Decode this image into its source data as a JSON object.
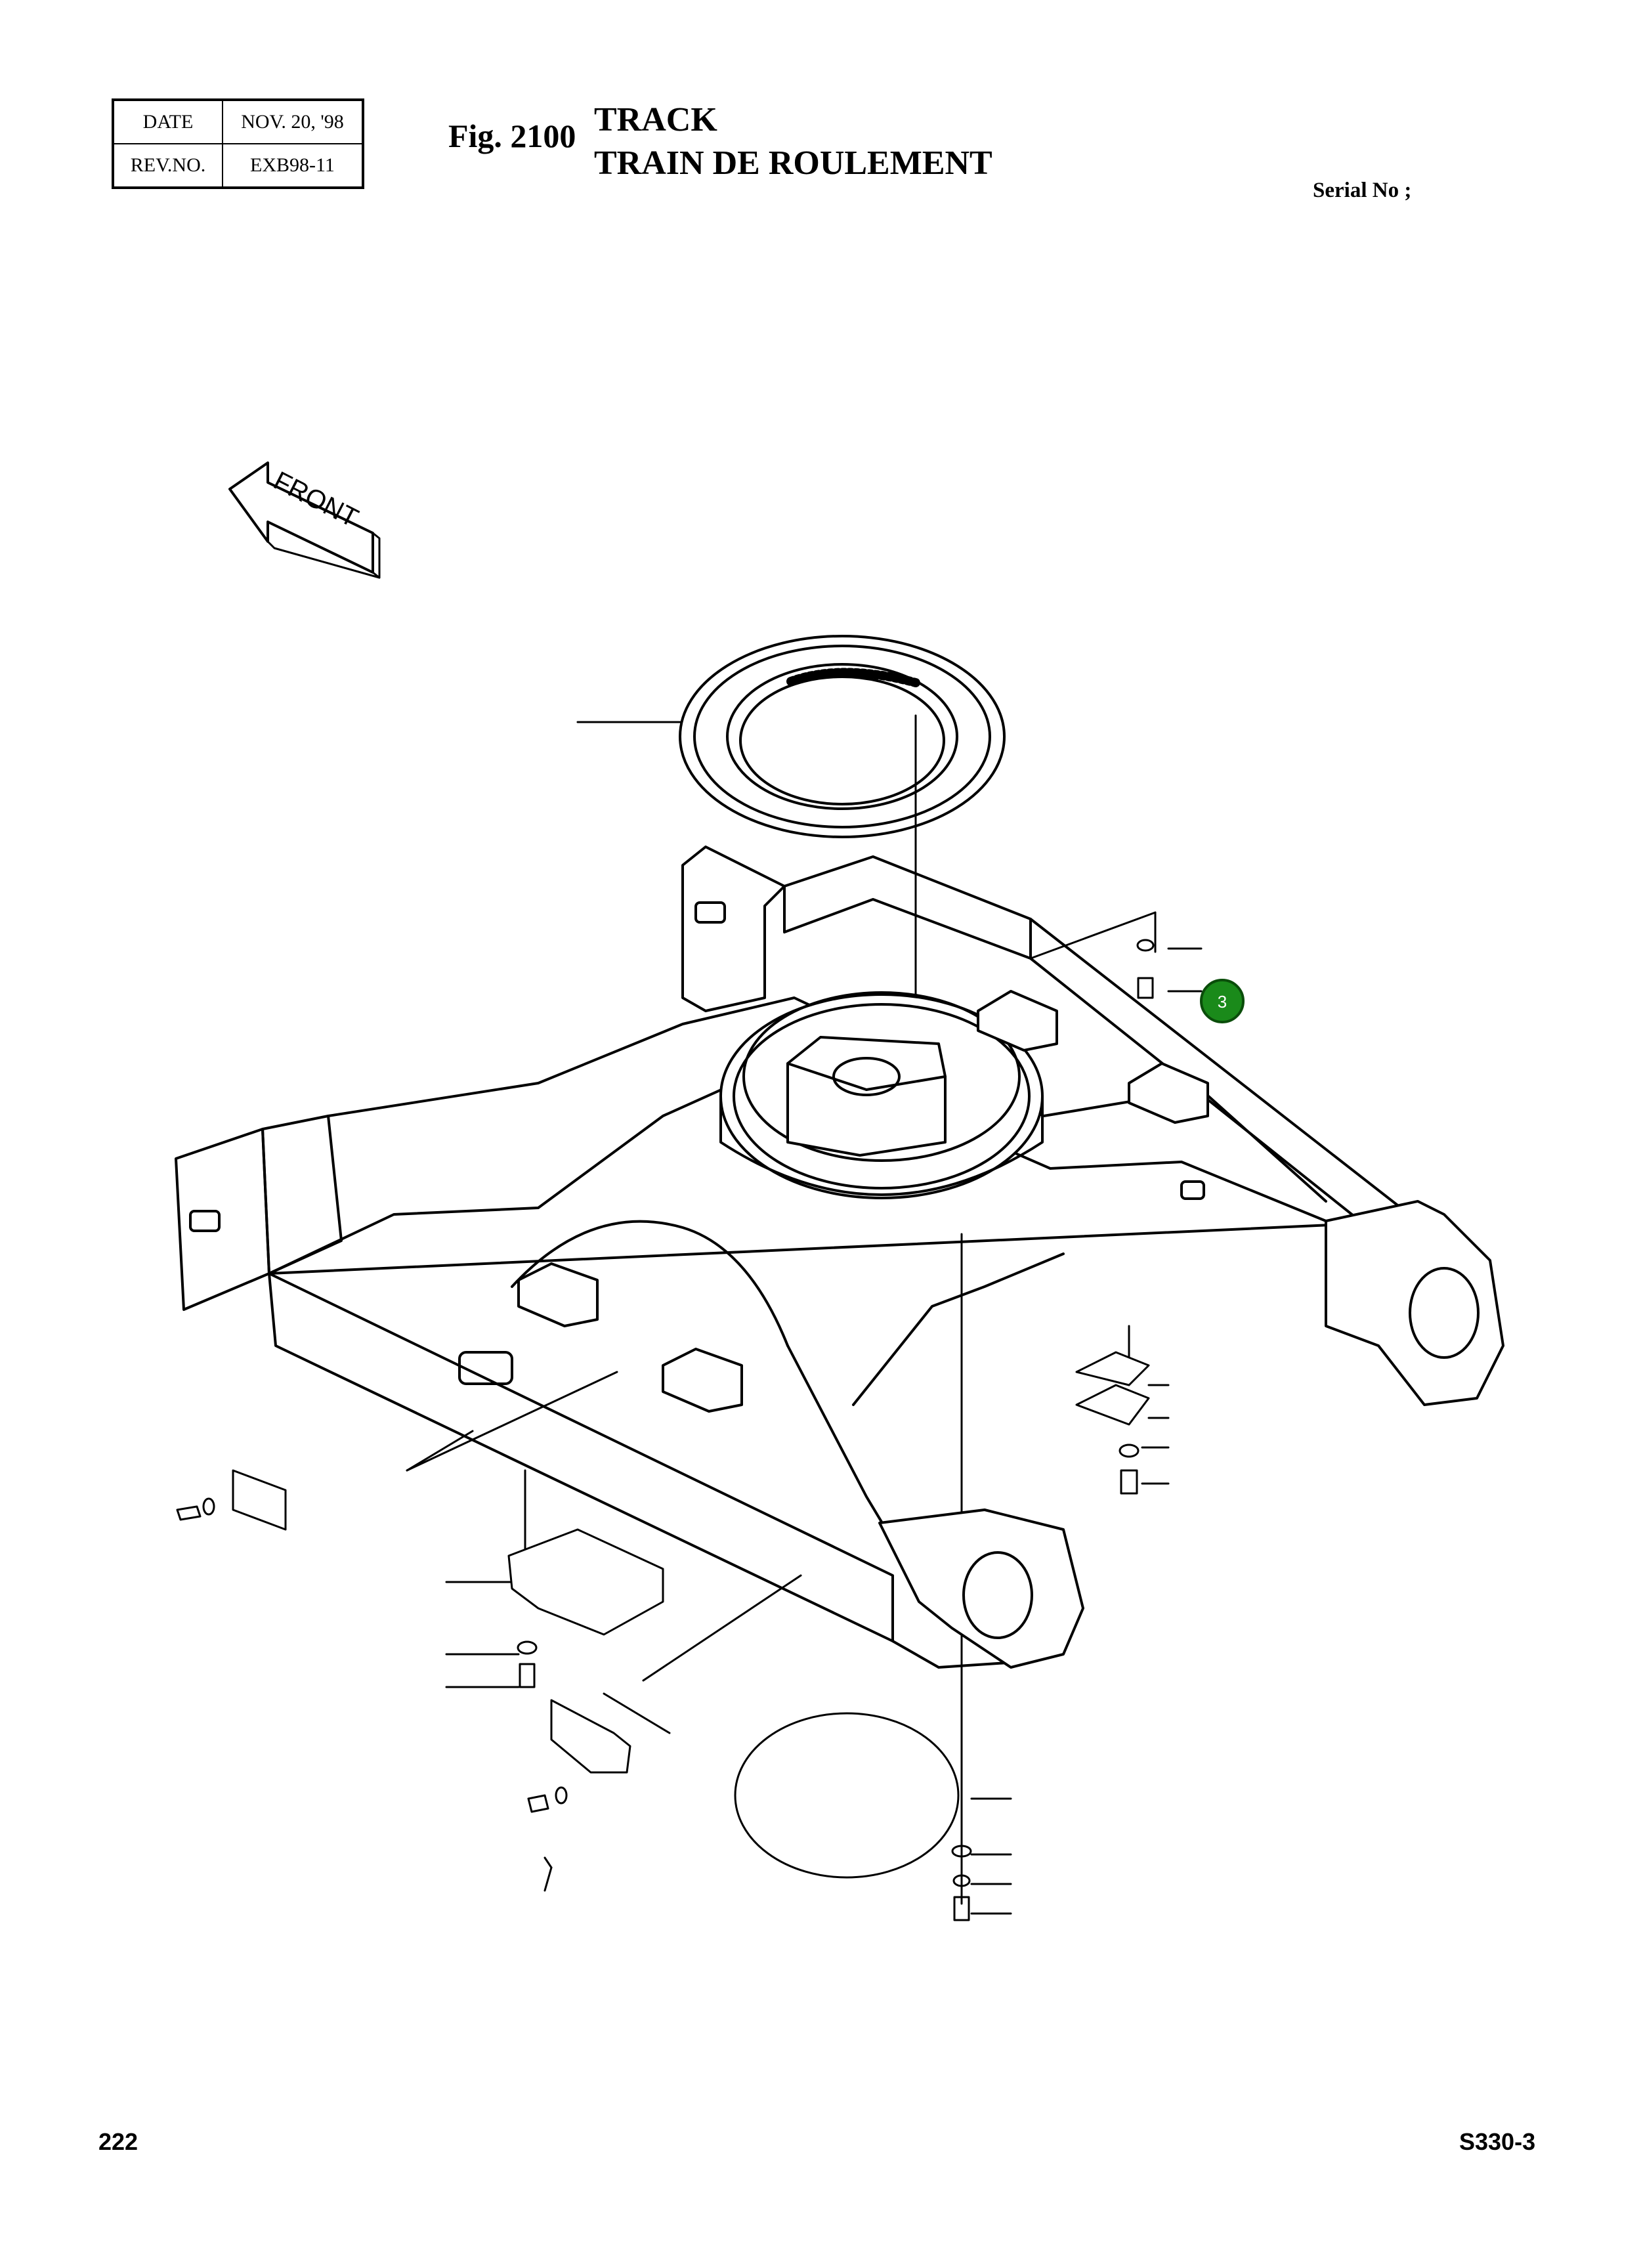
{
  "header": {
    "date_label": "DATE",
    "date_value": "NOV. 20, '98",
    "rev_label": "REV.NO.",
    "rev_value": "EXB98-11"
  },
  "figure": {
    "number": "Fig. 2100",
    "title_en": "TRACK",
    "title_fr": "TRAIN DE ROULEMENT"
  },
  "serial_label": "Serial No ;",
  "direction_label": "FRONT",
  "callouts": [
    {
      "label": "3",
      "color": "#1a8a1a"
    }
  ],
  "footer": {
    "page_number": "222",
    "model": "S330-3"
  },
  "colors": {
    "line": "#000000",
    "callout_fill": "#1a8a1a",
    "callout_stroke": "#0a4d0a"
  }
}
